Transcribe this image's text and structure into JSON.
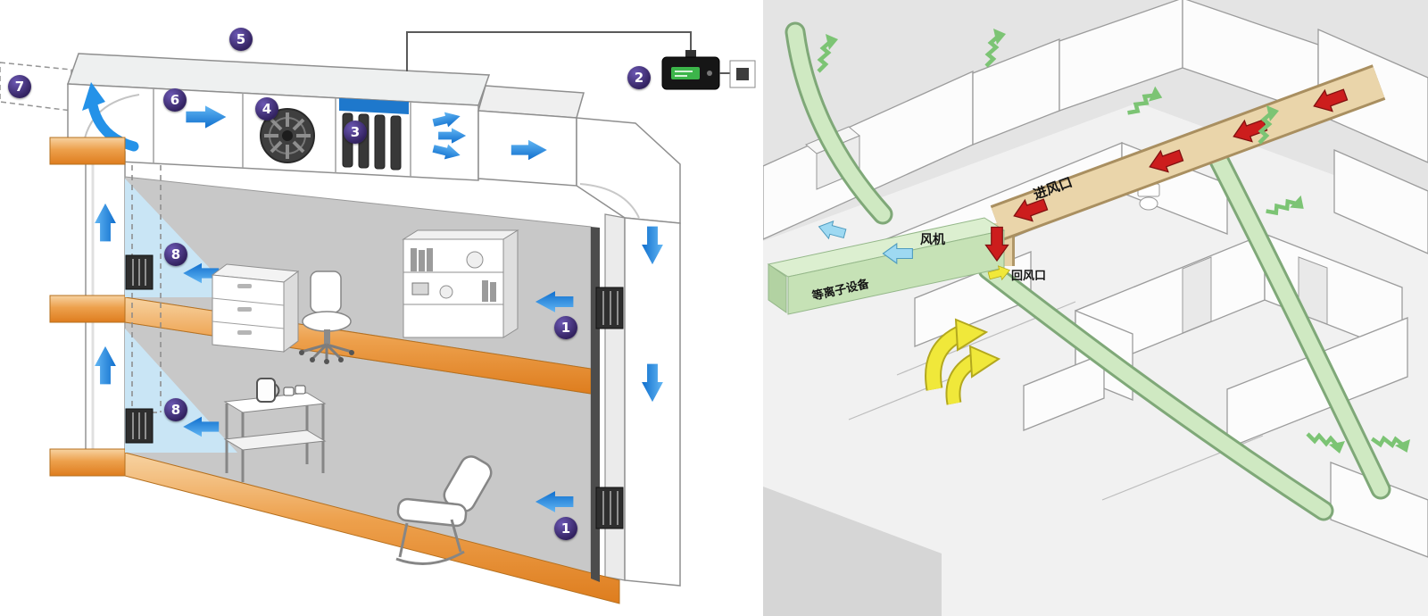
{
  "page": {
    "background": "#ececec"
  },
  "left_diagram": {
    "callouts": [
      {
        "num": "7"
      },
      {
        "num": "5"
      },
      {
        "num": "6"
      },
      {
        "num": "4"
      },
      {
        "num": "3"
      },
      {
        "num": "2"
      },
      {
        "num": "1"
      },
      {
        "num": "8"
      },
      {
        "num": "8"
      },
      {
        "num": "1"
      }
    ],
    "colors": {
      "badge_purple": "#3a2a6e",
      "arrow_blue": "#2492e8",
      "floor_slab_orange": "#e8953f",
      "air_shade_blue": "#c9e7f8",
      "filter_bar_blue": "#1e78cc"
    }
  },
  "right_diagram": {
    "labels": [
      {
        "text": "进风口"
      },
      {
        "text": "风机"
      },
      {
        "text": "回风口"
      },
      {
        "text": "等离子设备"
      }
    ],
    "colors": {
      "duct_green": "#c6e2b6",
      "duct_tan": "#ead5aa",
      "arrow_red": "#cc1d1d",
      "arrow_yellow": "#f0e83a",
      "arrow_cyan": "#9ed9f2",
      "vent_green": "#7cc474"
    }
  }
}
